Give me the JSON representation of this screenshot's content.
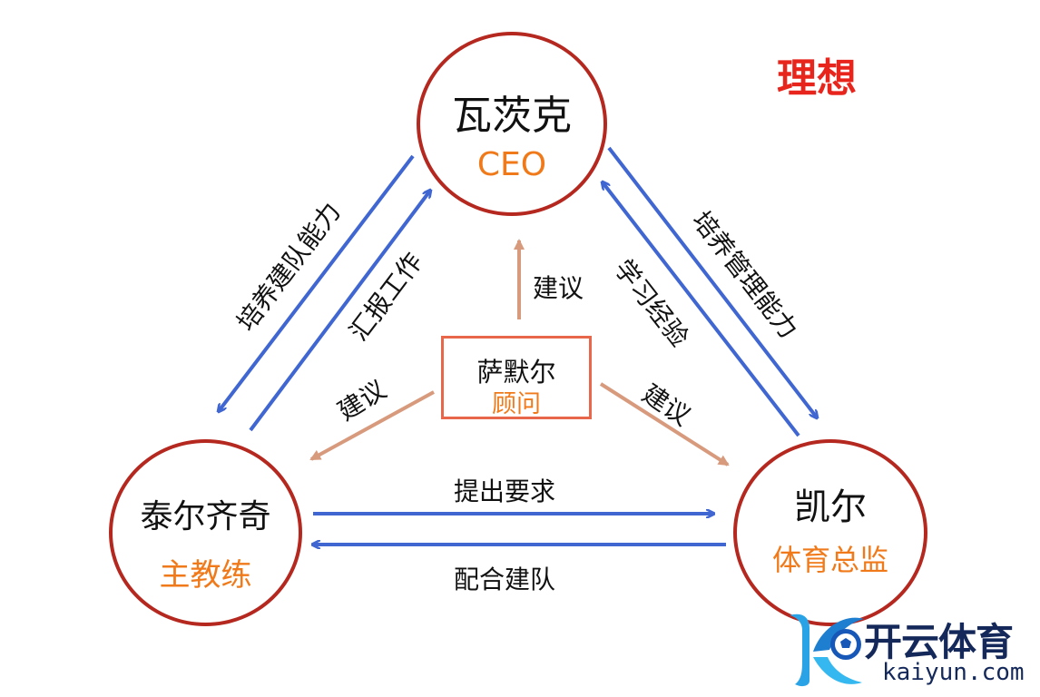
{
  "title": "理想",
  "nodes": {
    "ceo": {
      "name": "瓦茨克",
      "role": "CEO"
    },
    "coach": {
      "name": "泰尔齐奇",
      "role": "主教练"
    },
    "director": {
      "name": "凯尔",
      "role": "体育总监"
    },
    "advisor": {
      "name": "萨默尔",
      "role": "顾问"
    }
  },
  "edges": {
    "ceo_to_coach": "培养建队能力",
    "coach_to_ceo": "汇报工作",
    "ceo_to_director": "培养管理能力",
    "director_to_ceo": "学习经验",
    "advisor_to_ceo": "建议",
    "advisor_to_coach": "建议",
    "advisor_to_director": "建议",
    "coach_to_director": "提出要求",
    "director_to_coach": "配合建队"
  },
  "logo": {
    "cn": "开云体育",
    "url": "kaiyun.com"
  },
  "colors": {
    "circle_border": "#b5281f",
    "role_text": "#f07a1a",
    "blue_arrow": "#3f66d1",
    "advisor_arrow": "#d89a7d",
    "advisor_box": "#e8664a",
    "title": "#e8251d"
  }
}
